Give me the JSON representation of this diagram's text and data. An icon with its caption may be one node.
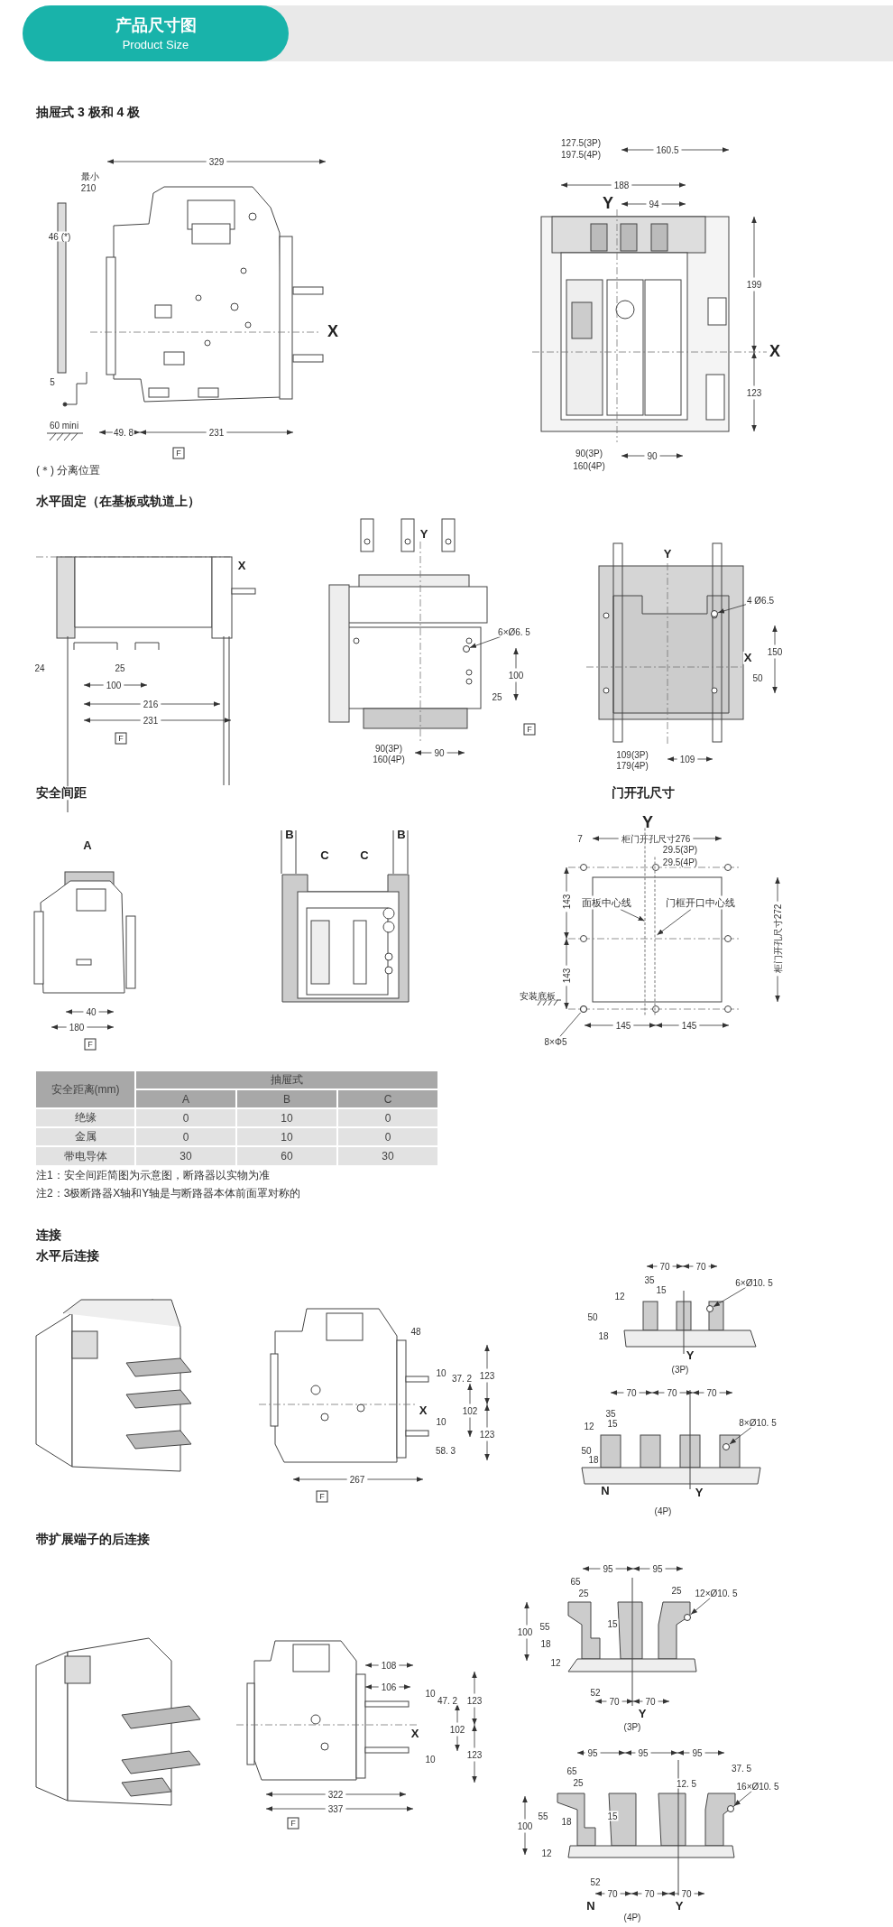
{
  "diagram": {
    "nodes": [
      {
        "text": [
          "产品尺寸图",
          "Product Size"
        ]
      },
      {
        "text": [
          "F"
        ]
      },
      {
        "text": [
          "F"
        ]
      },
      {
        "text": [
          "6×Ø6. 5"
        ]
      },
      {
        "text": [
          "F"
        ]
      },
      {
        "text": [
          "4 Ø6.5"
        ]
      },
      {
        "text": [
          "F"
        ]
      },
      {
        "text": [
          "面板中心线"
        ]
      },
      {
        "text": [
          "门框开口中心线"
        ]
      },
      {
        "text": [
          "8×Φ5"
        ]
      },
      {
        "text": [
          "F"
        ]
      },
      {
        "text": [
          "6×Ø10. 5"
        ]
      },
      {
        "text": [
          "8×Ø10. 5"
        ]
      },
      {
        "text": [
          "F"
        ]
      },
      {
        "text": [
          "12×Ø10. 5"
        ]
      },
      {
        "text": [
          "16×Ø10. 5"
        ]
      },
      {
        "text": [],
        "shape": "circle"
      },
      {
        "text": [],
        "shape": "circle"
      },
      {
        "text": [],
        "shape": "circle"
      },
      {
        "text": [],
        "shape": "circle"
      },
      {
        "text": [],
        "shape": "circle"
      },
      {
        "text": [],
        "shape": "circle"
      },
      {
        "text": [],
        "shape": "circle"
      },
      {
        "text": [],
        "shape": "line"
      },
      {
        "text": [],
        "shape": "line"
      }
    ],
    "edges": [
      {
        "from": 3,
        "to": 16,
        "arrow": "to"
      },
      {
        "from": 5,
        "to": 17,
        "arrow": "to"
      },
      {
        "from": 7,
        "to": 23,
        "arrow": "to"
      },
      {
        "from": 8,
        "to": 24,
        "arrow": "to"
      },
      {
        "from": 9,
        "to": 18,
        "arrow": "none"
      },
      {
        "from": 11,
        "to": 19,
        "arrow": "to"
      },
      {
        "from": 12,
        "to": 20,
        "arrow": "to"
      },
      {
        "from": 14,
        "to": 21,
        "arrow": "to"
      },
      {
        "from": 15,
        "to": 22,
        "arrow": "to"
      }
    ],
    "labels": [
      "抽屉式 3 极和 4 极",
      "329",
      "最小",
      "210",
      "46 (*)",
      "X",
      "5",
      "60 mini",
      "49. 8",
      "231",
      "(＊) 分离位置",
      "127.5(3P)",
      "197.5(4P)",
      "160.5",
      "188",
      "Y",
      "94",
      "199",
      "X",
      "123",
      "90(3P)",
      "160(4P)",
      "90",
      "水平固定（在基板或轨道上）",
      "X",
      "24",
      "25",
      "100",
      "216",
      "231",
      "Y",
      "100",
      "25",
      "90(3P)",
      "160(4P)",
      "90",
      "Y",
      "150",
      "X",
      "50",
      "109(3P)",
      "179(4P)",
      "109",
      "安全间距",
      "门开孔尺寸",
      "A",
      "40",
      "180",
      "B",
      "C",
      "C",
      "B",
      "Y",
      "7",
      "柜门开孔尺寸276",
      "29.5(3P)",
      "29.5(4P)",
      "143",
      "柜门开孔尺寸272",
      "143",
      "安装底板",
      "145",
      "145",
      "安全距离(mm)",
      "抽屉式",
      "A",
      "B",
      "C",
      "绝缘",
      "0",
      "10",
      "0",
      "金属",
      "0",
      "10",
      "0",
      "带电导体",
      "30",
      "60",
      "30",
      "注1：安全间距简图为示意图，断路器以实物为准",
      "注2：3极断路器X轴和Y轴是与断路器本体前面罩对称的",
      "连接",
      "水平后连接",
      "48",
      "10",
      "37. 2",
      "123",
      "X",
      "102",
      "10",
      "123",
      "58. 3",
      "267",
      "70",
      "70",
      "35",
      "15",
      "12",
      "50",
      "18",
      "Y",
      "(3P)",
      "70",
      "70",
      "70",
      "12",
      "35",
      "15",
      "50",
      "18",
      "N",
      "Y",
      "(4P)",
      "带扩展端子的后连接",
      "108",
      "106",
      "10",
      "47. 2",
      "123",
      "X",
      "102",
      "123",
      "10",
      "322",
      "337",
      "95",
      "95",
      "65",
      "25",
      "25",
      "55",
      "100",
      "15",
      "18",
      "12",
      "52",
      "70",
      "70",
      "Y",
      "(3P)",
      "95",
      "95",
      "95",
      "65",
      "37. 5",
      "25",
      "12. 5",
      "55",
      "18",
      "15",
      "100",
      "12",
      "52",
      "70",
      "70",
      "70",
      "N",
      "Y",
      "(4P)"
    ]
  }
}
